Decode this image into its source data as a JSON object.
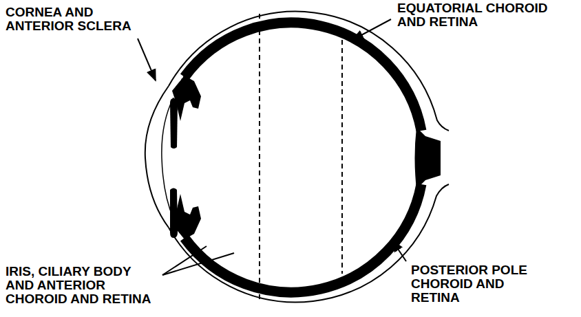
{
  "diagram": {
    "labels": [
      "CORNEA AND ANTERIOR SCLERA",
      "EQUATORIAL CHOROID AND RETINA",
      "IRIS, CILIARY BODY AND ANTERIOR CHOROID AND RETINA",
      "POSTERIOR POLE CHOROID AND RETINA"
    ]
  }
}
